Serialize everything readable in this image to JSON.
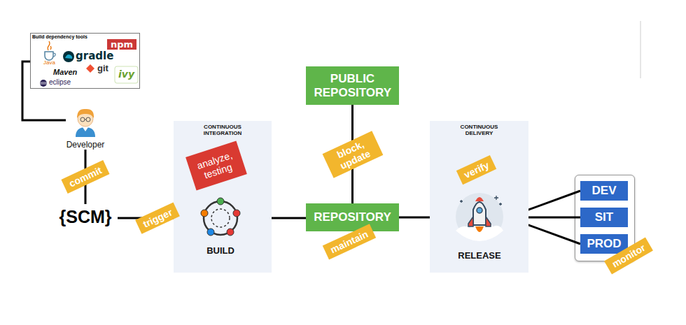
{
  "diagram": {
    "nodes": [
      {
        "text": [
          "Build dependency tools",
          "Java",
          "gradle",
          "npm",
          "Maven",
          "git",
          "eclipse",
          "ivy"
        ]
      },
      {
        "text": [
          "Developer"
        ]
      },
      {
        "text": [
          "{SCM}"
        ]
      },
      {
        "text": [
          "CONTINUOUS INTEGRATION"
        ]
      },
      {
        "text": [
          "analyze, testing"
        ],
        "in": 3
      },
      {
        "text": [
          "BUILD"
        ],
        "in": 3
      },
      {
        "text": [
          "PUBLIC REPOSITORY"
        ]
      },
      {
        "text": [
          "REPOSITORY"
        ]
      },
      {
        "text": [
          "CONTINUOUS DELIVERY"
        ]
      },
      {
        "text": [
          "RELEASE"
        ],
        "in": 8
      },
      {
        "text": [
          "DEV"
        ]
      },
      {
        "text": [
          "SIT"
        ]
      },
      {
        "text": [
          "PROD"
        ]
      }
    ],
    "edges": [
      {
        "from": 0,
        "to": 1,
        "arrow": "none"
      },
      {
        "from": 1,
        "to": 2,
        "label": "commit",
        "arrow": "none"
      },
      {
        "from": 2,
        "to": 5,
        "label": "trigger",
        "arrow": "none"
      },
      {
        "from": 5,
        "to": 7,
        "arrow": "none"
      },
      {
        "from": 6,
        "to": 7,
        "label": "block, update",
        "arrow": "none"
      },
      {
        "from": 7,
        "to": 9,
        "arrow": "none"
      },
      {
        "from": 9,
        "to": 10,
        "arrow": "none"
      },
      {
        "from": 9,
        "to": 11,
        "arrow": "none"
      },
      {
        "from": 9,
        "to": 12,
        "arrow": "none"
      }
    ],
    "labels": [
      "maintain",
      "verify",
      "monitor"
    ]
  }
}
